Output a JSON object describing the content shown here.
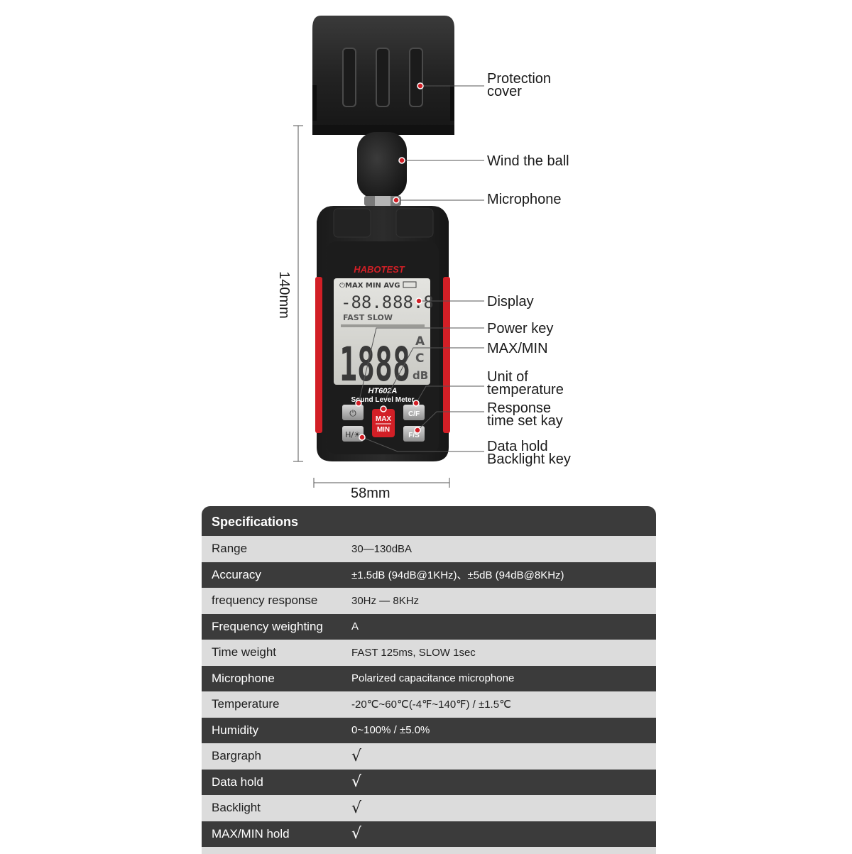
{
  "callouts": {
    "protection_cover": [
      "Protection",
      "cover"
    ],
    "wind_ball": "Wind the ball",
    "microphone": "Microphone",
    "display": "Display",
    "power_key": "Power key",
    "max_min": "MAX/MIN",
    "unit_temp": [
      "Unit of",
      "temperature"
    ],
    "response_time": [
      "Response",
      "time set kay"
    ],
    "data_hold": [
      "Data hold",
      "Backlight key"
    ]
  },
  "dimensions": {
    "height": "140mm",
    "width": "58mm"
  },
  "device": {
    "brand": "HABOTEST",
    "model": "HT602A",
    "subtitle": "Sound Level Meter",
    "lcd_top_row": "MAX MIN AVG",
    "lcd_temp": "-88.8",
    "lcd_hum": "88.8",
    "lcd_response": "FAST SLOW",
    "lcd_main": "1888",
    "lcd_units": [
      "A",
      "C",
      "dB"
    ],
    "key_maxmin": [
      "MAX",
      "MIN"
    ],
    "key_cf": "C/F",
    "key_fs": "F/S",
    "accent_color": "#d21f26"
  },
  "specs": {
    "title": "Specifications",
    "rows": [
      {
        "key": "Range",
        "value": "30—130dBA"
      },
      {
        "key": "Accuracy",
        "value": "±1.5dB (94dB@1KHz)、±5dB (94dB@8KHz)"
      },
      {
        "key": "frequency response",
        "value": "30Hz — 8KHz"
      },
      {
        "key": "Frequency weighting",
        "value": "A"
      },
      {
        "key": "Time weight",
        "value": "FAST 125ms,  SLOW 1sec"
      },
      {
        "key": "Microphone",
        "value": "Polarized capacitance microphone"
      },
      {
        "key": "Temperature",
        "value": "-20℃~60℃(-4℉~140℉) / ±1.5℃"
      },
      {
        "key": "Humidity",
        "value": "0~100% / ±5.0%"
      },
      {
        "key": "Bargraph",
        "value": "√"
      },
      {
        "key": "Data hold",
        "value": "√"
      },
      {
        "key": "Backlight",
        "value": "√"
      },
      {
        "key": "MAX/MIN hold",
        "value": "√"
      }
    ]
  }
}
